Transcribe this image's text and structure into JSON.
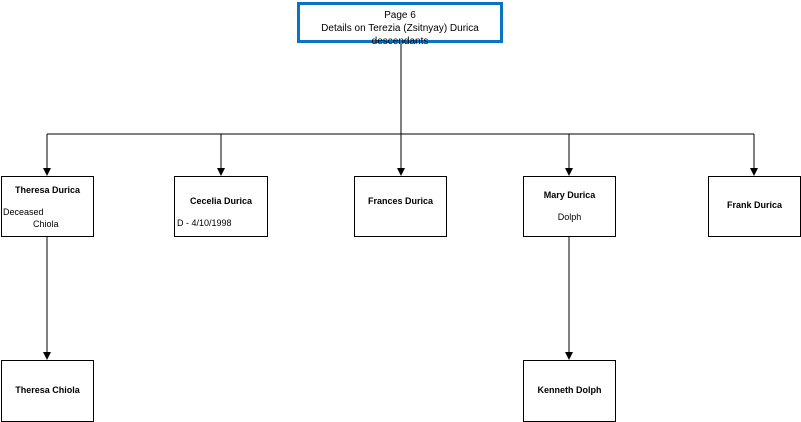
{
  "root": {
    "page": "Page 6",
    "title": "Details on Terezia (Zsitnyay) Durica descendants"
  },
  "children": [
    {
      "name": "Theresa Durica",
      "line1": "Deceased",
      "line2": "Chiola"
    },
    {
      "name": "Cecelia Durica",
      "line1": "D - 4/10/1998"
    },
    {
      "name": "Frances Durica"
    },
    {
      "name": "Mary Durica",
      "line1": "Dolph"
    },
    {
      "name": "Frank Durica"
    }
  ],
  "grandchildren": [
    {
      "name": "Theresa Chiola"
    },
    {
      "name": "Kenneth Dolph"
    }
  ],
  "colors": {
    "root_border": "#0a73c4",
    "line": "#000000"
  }
}
